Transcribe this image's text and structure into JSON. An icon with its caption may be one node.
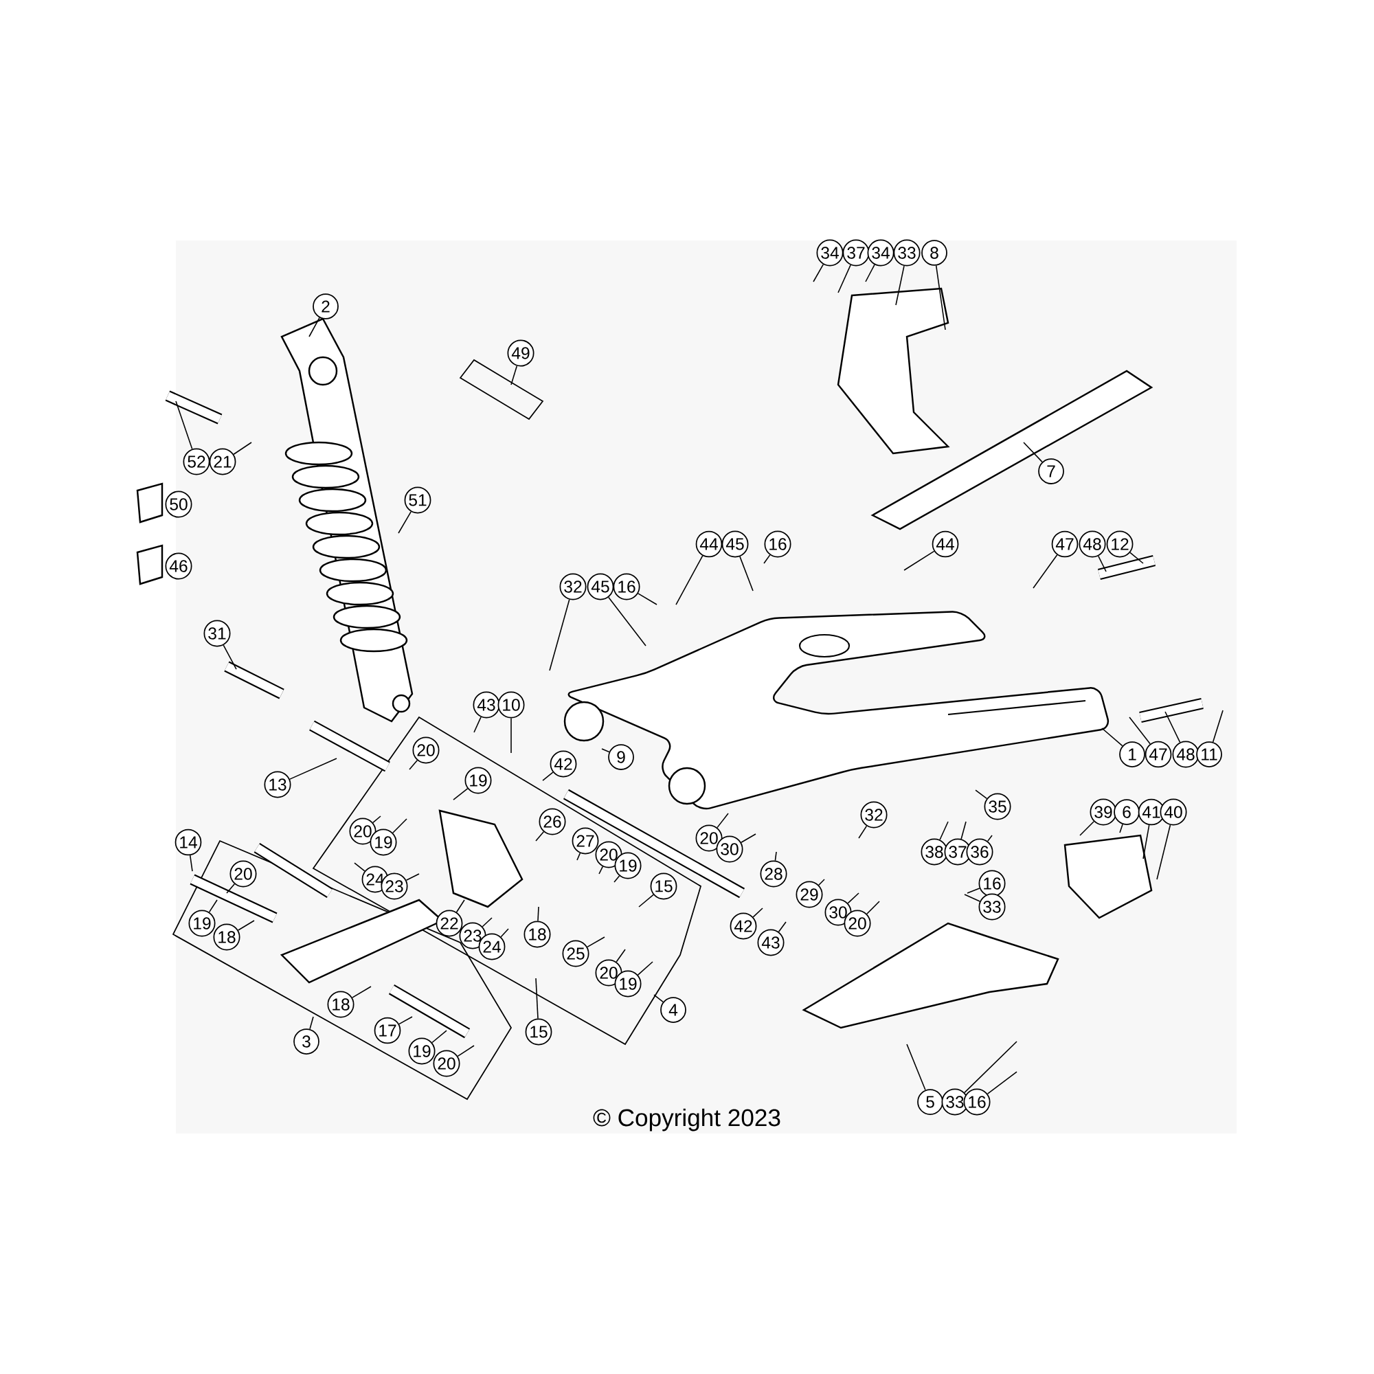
{
  "diagram": {
    "nodes": [
      {
        "text": [
          "34"
        ]
      },
      {
        "text": [
          "37"
        ]
      },
      {
        "text": [
          "34"
        ]
      },
      {
        "text": [
          "33"
        ]
      },
      {
        "text": [
          "8"
        ]
      },
      {
        "text": [
          "2"
        ]
      },
      {
        "text": [
          "49"
        ]
      },
      {
        "text": [
          "52"
        ]
      },
      {
        "text": [
          "21"
        ]
      },
      {
        "text": [
          "7"
        ]
      },
      {
        "text": [
          "50"
        ]
      },
      {
        "text": [
          "46"
        ]
      },
      {
        "text": [
          "51"
        ]
      },
      {
        "text": [
          "44"
        ]
      },
      {
        "text": [
          "45"
        ]
      },
      {
        "text": [
          "16"
        ]
      },
      {
        "text": [
          "44"
        ]
      },
      {
        "text": [
          "47"
        ]
      },
      {
        "text": [
          "48"
        ]
      },
      {
        "text": [
          "12"
        ]
      },
      {
        "text": [
          "32"
        ]
      },
      {
        "text": [
          "45"
        ]
      },
      {
        "text": [
          "16"
        ]
      },
      {
        "text": [
          "31"
        ]
      },
      {
        "text": [
          "43"
        ]
      },
      {
        "text": [
          "10"
        ]
      },
      {
        "text": [
          "20"
        ]
      },
      {
        "text": [
          "1"
        ]
      },
      {
        "text": [
          "47"
        ]
      },
      {
        "text": [
          "48"
        ]
      },
      {
        "text": [
          "11"
        ]
      },
      {
        "text": [
          "9"
        ]
      },
      {
        "text": [
          "42"
        ]
      },
      {
        "text": [
          "19"
        ]
      },
      {
        "text": [
          "13"
        ]
      },
      {
        "text": [
          "35"
        ]
      },
      {
        "text": [
          "39"
        ]
      },
      {
        "text": [
          "6"
        ]
      },
      {
        "text": [
          "41"
        ]
      },
      {
        "text": [
          "40"
        ]
      },
      {
        "text": [
          "32"
        ]
      },
      {
        "text": [
          "26"
        ]
      },
      {
        "text": [
          "20"
        ]
      },
      {
        "text": [
          "20"
        ]
      },
      {
        "text": [
          "27"
        ]
      },
      {
        "text": [
          "19"
        ]
      },
      {
        "text": [
          "14"
        ]
      },
      {
        "text": [
          "30"
        ]
      },
      {
        "text": [
          "38"
        ]
      },
      {
        "text": [
          "37"
        ]
      },
      {
        "text": [
          "36"
        ]
      },
      {
        "text": [
          "20"
        ]
      },
      {
        "text": [
          "19"
        ]
      },
      {
        "text": [
          "20"
        ]
      },
      {
        "text": [
          "28"
        ]
      },
      {
        "text": [
          "24"
        ]
      },
      {
        "text": [
          "23"
        ]
      },
      {
        "text": [
          "16"
        ]
      },
      {
        "text": [
          "15"
        ]
      },
      {
        "text": [
          "29"
        ]
      },
      {
        "text": [
          "33"
        ]
      },
      {
        "text": [
          "30"
        ]
      },
      {
        "text": [
          "22"
        ]
      },
      {
        "text": [
          "19"
        ]
      },
      {
        "text": [
          "20"
        ]
      },
      {
        "text": [
          "42"
        ]
      },
      {
        "text": [
          "23"
        ]
      },
      {
        "text": [
          "18"
        ]
      },
      {
        "text": [
          "18"
        ]
      },
      {
        "text": [
          "43"
        ]
      },
      {
        "text": [
          "24"
        ]
      },
      {
        "text": [
          "25"
        ]
      },
      {
        "text": [
          "20"
        ]
      },
      {
        "text": [
          "19"
        ]
      },
      {
        "text": [
          "18"
        ]
      },
      {
        "text": [
          "4"
        ]
      },
      {
        "text": [
          "17"
        ]
      },
      {
        "text": [
          "15"
        ]
      },
      {
        "text": [
          "3"
        ]
      },
      {
        "text": [
          "19"
        ]
      },
      {
        "text": [
          "20"
        ]
      },
      {
        "text": [
          "5"
        ]
      },
      {
        "text": [
          "33"
        ]
      },
      {
        "text": [
          "16"
        ]
      }
    ],
    "edges": [
      {
        "from": 0,
        "to": null,
        "arrow": "none"
      },
      {
        "from": 1,
        "to": null,
        "arrow": "none"
      },
      {
        "from": 2,
        "to": null,
        "arrow": "none"
      },
      {
        "from": 3,
        "to": null,
        "arrow": "none"
      },
      {
        "from": 4,
        "to": null,
        "arrow": "none"
      },
      {
        "from": 5,
        "to": null,
        "arrow": "none"
      },
      {
        "from": 6,
        "to": null,
        "arrow": "none"
      },
      {
        "from": 7,
        "to": null,
        "arrow": "none"
      },
      {
        "from": 8,
        "to": null,
        "arrow": "none"
      },
      {
        "from": 9,
        "to": null,
        "arrow": "none"
      },
      {
        "from": 12,
        "to": null,
        "arrow": "none"
      },
      {
        "from": 13,
        "to": null,
        "arrow": "none"
      },
      {
        "from": 14,
        "to": null,
        "arrow": "none"
      },
      {
        "from": 15,
        "to": null,
        "arrow": "none"
      },
      {
        "from": 16,
        "to": null,
        "arrow": "none"
      },
      {
        "from": 17,
        "to": null,
        "arrow": "none"
      },
      {
        "from": 18,
        "to": null,
        "arrow": "none"
      },
      {
        "from": 19,
        "to": null,
        "arrow": "none"
      },
      {
        "from": 20,
        "to": null,
        "arrow": "none"
      },
      {
        "from": 21,
        "to": null,
        "arrow": "none"
      },
      {
        "from": 22,
        "to": null,
        "arrow": "none"
      },
      {
        "from": 23,
        "to": null,
        "arrow": "none"
      },
      {
        "from": 24,
        "to": null,
        "arrow": "none"
      },
      {
        "from": 25,
        "to": null,
        "arrow": "none"
      },
      {
        "from": 26,
        "to": null,
        "arrow": "none"
      },
      {
        "from": 27,
        "to": null,
        "arrow": "none"
      },
      {
        "from": 28,
        "to": null,
        "arrow": "none"
      },
      {
        "from": 29,
        "to": null,
        "arrow": "none"
      },
      {
        "from": 30,
        "to": null,
        "arrow": "none"
      },
      {
        "from": 31,
        "to": null,
        "arrow": "none"
      },
      {
        "from": 32,
        "to": null,
        "arrow": "none"
      },
      {
        "from": 33,
        "to": null,
        "arrow": "none"
      },
      {
        "from": 34,
        "to": null,
        "arrow": "none"
      },
      {
        "from": 35,
        "to": null,
        "arrow": "none"
      },
      {
        "from": 36,
        "to": null,
        "arrow": "none"
      },
      {
        "from": 37,
        "to": null,
        "arrow": "none"
      },
      {
        "from": 38,
        "to": null,
        "arrow": "none"
      },
      {
        "from": 39,
        "to": null,
        "arrow": "none"
      },
      {
        "from": 40,
        "to": null,
        "arrow": "none"
      },
      {
        "from": 41,
        "to": null,
        "arrow": "none"
      },
      {
        "from": 42,
        "to": null,
        "arrow": "none"
      },
      {
        "from": 43,
        "to": null,
        "arrow": "none"
      },
      {
        "from": 44,
        "to": null,
        "arrow": "none"
      },
      {
        "from": 45,
        "to": null,
        "arrow": "none"
      },
      {
        "from": 46,
        "to": null,
        "arrow": "none"
      },
      {
        "from": 47,
        "to": null,
        "arrow": "none"
      },
      {
        "from": 48,
        "to": null,
        "arrow": "none"
      },
      {
        "from": 49,
        "to": null,
        "arrow": "none"
      },
      {
        "from": 50,
        "to": null,
        "arrow": "none"
      },
      {
        "from": 51,
        "to": null,
        "arrow": "none"
      },
      {
        "from": 52,
        "to": null,
        "arrow": "none"
      },
      {
        "from": 53,
        "to": null,
        "arrow": "none"
      },
      {
        "from": 54,
        "to": null,
        "arrow": "none"
      },
      {
        "from": 55,
        "to": null,
        "arrow": "none"
      },
      {
        "from": 56,
        "to": null,
        "arrow": "none"
      },
      {
        "from": 57,
        "to": null,
        "arrow": "none"
      },
      {
        "from": 58,
        "to": null,
        "arrow": "none"
      },
      {
        "from": 59,
        "to": null,
        "arrow": "none"
      },
      {
        "from": 60,
        "to": null,
        "arrow": "none"
      },
      {
        "from": 61,
        "to": null,
        "arrow": "none"
      },
      {
        "from": 62,
        "to": null,
        "arrow": "none"
      },
      {
        "from": 63,
        "to": null,
        "arrow": "none"
      },
      {
        "from": 64,
        "to": null,
        "arrow": "none"
      },
      {
        "from": 65,
        "to": null,
        "arrow": "none"
      },
      {
        "from": 66,
        "to": null,
        "arrow": "none"
      },
      {
        "from": 67,
        "to": null,
        "arrow": "none"
      },
      {
        "from": 68,
        "to": null,
        "arrow": "none"
      },
      {
        "from": 69,
        "to": null,
        "arrow": "none"
      },
      {
        "from": 70,
        "to": null,
        "arrow": "none"
      },
      {
        "from": 71,
        "to": null,
        "arrow": "none"
      },
      {
        "from": 72,
        "to": null,
        "arrow": "none"
      },
      {
        "from": 73,
        "to": null,
        "arrow": "none"
      },
      {
        "from": 74,
        "to": null,
        "arrow": "none"
      },
      {
        "from": 75,
        "to": null,
        "arrow": "none"
      },
      {
        "from": 76,
        "to": null,
        "arrow": "none"
      },
      {
        "from": 77,
        "to": null,
        "arrow": "none"
      },
      {
        "from": 78,
        "to": null,
        "arrow": "none"
      },
      {
        "from": 79,
        "to": null,
        "arrow": "none"
      },
      {
        "from": 80,
        "to": null,
        "arrow": "none"
      },
      {
        "from": 81,
        "to": null,
        "arrow": "none"
      },
      {
        "from": 82,
        "to": null,
        "arrow": "none"
      },
      {
        "from": 83,
        "to": null,
        "arrow": "none"
      }
    ],
    "labels": [
      "© Copyright 2023"
    ]
  }
}
